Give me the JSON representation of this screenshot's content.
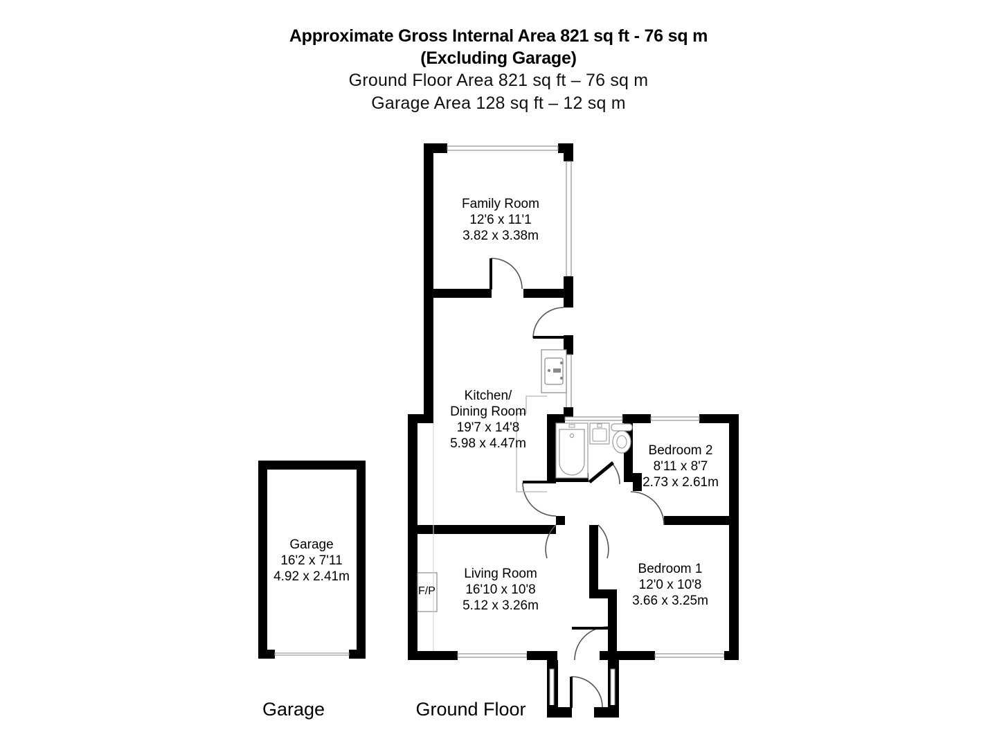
{
  "header": {
    "line1": "Approximate Gross Internal Area 821 sq ft - 76 sq m",
    "line2": "(Excluding Garage)",
    "line3": "Ground Floor Area 821 sq ft – 76 sq m",
    "line4": "Garage Area 128 sq ft – 12 sq m"
  },
  "rooms": {
    "family_room": {
      "name": "Family Room",
      "imperial": "12'6 x 11'1",
      "metric": "3.82 x 3.38m"
    },
    "kitchen_dining": {
      "name_line1": "Kitchen/",
      "name_line2": "Dining Room",
      "imperial": "19'7 x 14'8",
      "metric": "5.98 x 4.47m"
    },
    "bedroom_2": {
      "name": "Bedroom 2",
      "imperial": "8'11 x 8'7",
      "metric": "2.73 x 2.61m"
    },
    "bedroom_1": {
      "name": "Bedroom 1",
      "imperial": "12'0 x 10'8",
      "metric": "3.66 x 3.25m"
    },
    "living_room": {
      "name": "Living Room",
      "imperial": "16'10 x 10'8",
      "metric": "5.12 x 3.26m"
    },
    "garage": {
      "name": "Garage",
      "imperial": "16'2 x 7'11",
      "metric": "4.92 x 2.41m"
    }
  },
  "annotations": {
    "fireplace": "F/P"
  },
  "floor_labels": {
    "garage": "Garage",
    "ground_floor": "Ground Floor"
  },
  "colors": {
    "wall": "#000000",
    "background": "#ffffff",
    "fixture_line": "#8a8a8a",
    "door_arc": "#555555"
  }
}
